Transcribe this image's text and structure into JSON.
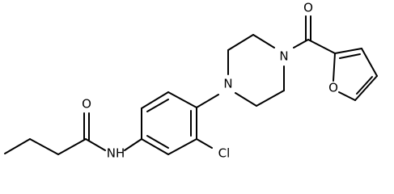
{
  "atoms": {
    "oxygen_carbonyl_left": "O",
    "nitrogen_amide": "NH",
    "chlorine": "Cl",
    "nitrogen_piperazine_left": "N",
    "nitrogen_piperazine_right": "N",
    "oxygen_carbonyl_right": "O",
    "oxygen_furan": "O"
  },
  "colors": {
    "bond": "#000000",
    "label": "#000000",
    "background": "#ffffff"
  }
}
